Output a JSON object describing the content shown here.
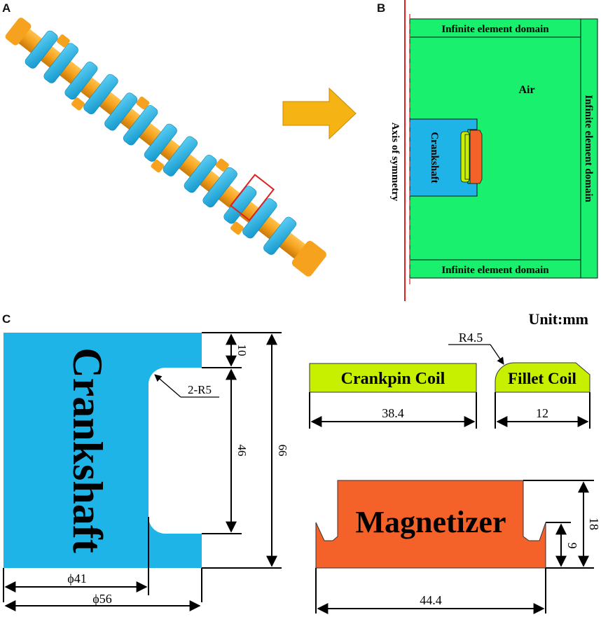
{
  "panels": {
    "a": {
      "letter": "A"
    },
    "b": {
      "letter": "B",
      "infinite_top": "Infinite element domain",
      "infinite_bottom": "Infinite element domain",
      "infinite_right": "Infinite element domain",
      "air": "Air",
      "crankshaft": "Crankshaft",
      "axis": "Axis of symmetry"
    },
    "c": {
      "letter": "C",
      "unit": "Unit:mm",
      "crankshaft_label": "Crankshaft",
      "dim_10": "10",
      "dim_46": "46",
      "dim_66": "66",
      "dim_2r5": "2-R5",
      "dim_phi41": "ϕ41",
      "dim_phi56": "ϕ56",
      "crankpin_coil": "Crankpin Coil",
      "dim_384": "38.4",
      "fillet_r45": "R4.5",
      "fillet_coil": "Fillet Coil",
      "dim_12": "12",
      "magnetizer": "Magnetizer",
      "dim_18": "18",
      "dim_9": "9",
      "dim_444": "44.4"
    }
  },
  "colors": {
    "crankshaft_blue": "#1fb4e8",
    "journal_orange": "#f6a21e",
    "air_green": "#19f06e",
    "coil_yellow": "#c6f000",
    "magnetizer_orange": "#f4622a",
    "arrow_gold": "#f6b314",
    "highlight_red": "#e02020"
  }
}
